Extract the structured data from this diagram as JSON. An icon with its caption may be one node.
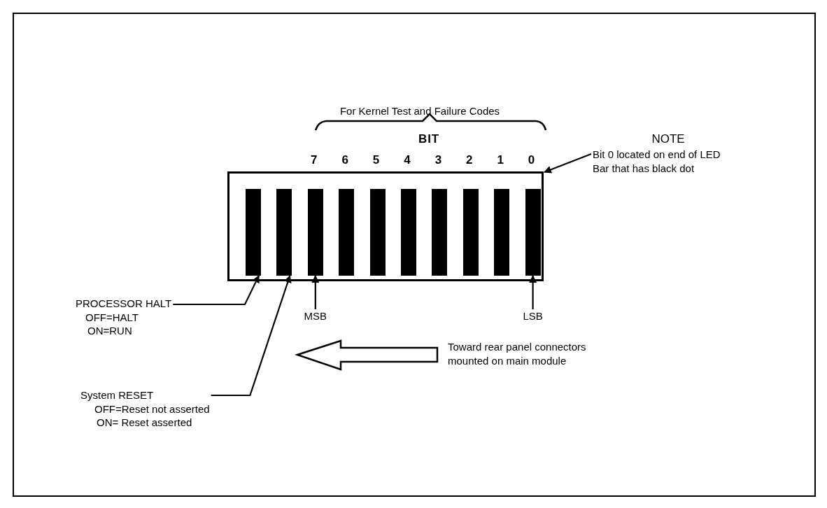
{
  "diagram": {
    "nodes": [
      {
        "text": [],
        "shape": "box"
      },
      {
        "text": [],
        "shape": "bar",
        "in": 0
      },
      {
        "text": [],
        "shape": "bar",
        "in": 0
      },
      {
        "text": [],
        "shape": "bar",
        "in": 0
      },
      {
        "text": [],
        "shape": "bar",
        "in": 0
      },
      {
        "text": [],
        "shape": "bar",
        "in": 0
      },
      {
        "text": [],
        "shape": "bar",
        "in": 0
      },
      {
        "text": [],
        "shape": "bar",
        "in": 0
      },
      {
        "text": [],
        "shape": "bar",
        "in": 0
      },
      {
        "text": [],
        "shape": "bar",
        "in": 0
      },
      {
        "text": [],
        "shape": "bar",
        "in": 0
      },
      {
        "text": [
          "PROCESSOR HALT",
          "OFF=HALT",
          "ON=RUN"
        ]
      },
      {
        "text": [
          "System RESET",
          "OFF=Reset not asserted",
          "ON= Reset asserted"
        ]
      },
      {
        "text": [
          "MSB"
        ]
      },
      {
        "text": [
          "LSB"
        ]
      },
      {
        "text": [
          "NOTE",
          "Bit 0 located on end of LED Bar that has black dot"
        ]
      }
    ],
    "edges": [
      {
        "from": 11,
        "to": 1,
        "arrow": "to"
      },
      {
        "from": 12,
        "to": 2,
        "arrow": "to"
      },
      {
        "from": 13,
        "to": 3,
        "arrow": "to"
      },
      {
        "from": 14,
        "to": 10,
        "arrow": "to"
      },
      {
        "from": 15,
        "to": 0,
        "arrow": "to"
      }
    ],
    "labels": [
      "For Kernel Test and Failure Codes",
      "BIT",
      "7",
      "6",
      "5",
      "4",
      "3",
      "2",
      "1",
      "0",
      "Toward rear panel connectors mounted on main module"
    ]
  }
}
